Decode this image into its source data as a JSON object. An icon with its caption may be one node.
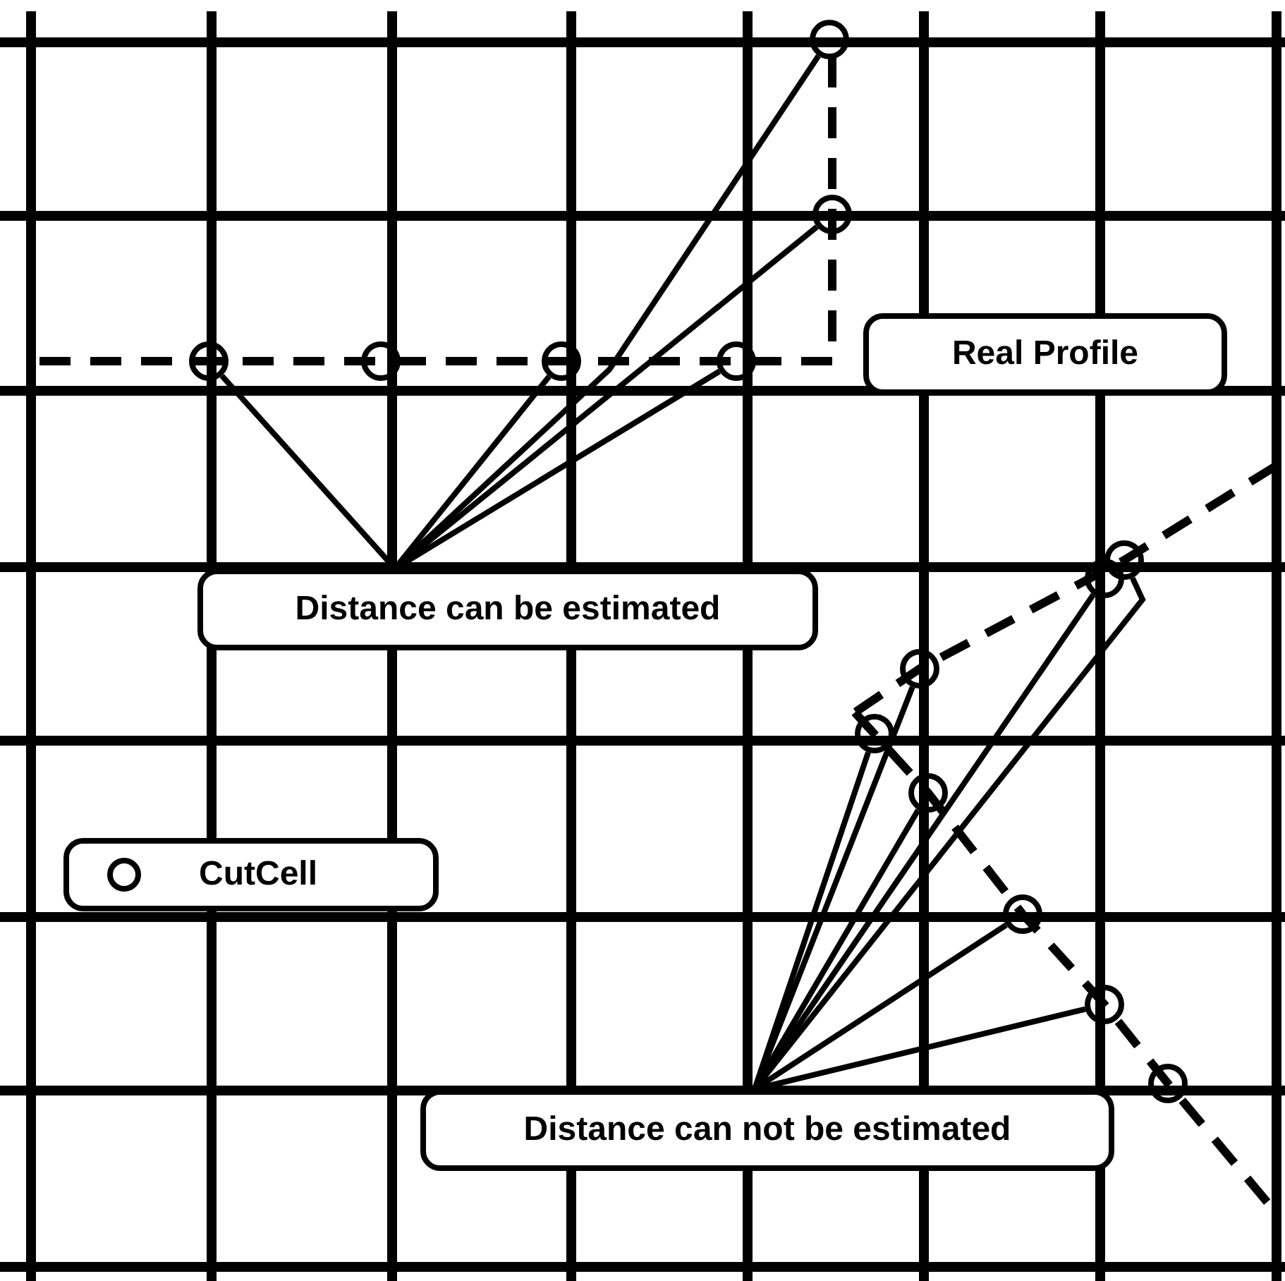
{
  "diagram": {
    "nodes": [
      {
        "text": [],
        "shape": "circle"
      },
      {
        "text": [],
        "shape": "circle"
      },
      {
        "text": [],
        "shape": "circle"
      },
      {
        "text": [],
        "shape": "circle"
      },
      {
        "text": [],
        "shape": "circle"
      },
      {
        "text": [],
        "shape": "circle"
      },
      {
        "text": [
          "Real Profile"
        ]
      },
      {
        "text": [
          "Distance can be estimated"
        ]
      },
      {
        "text": [],
        "shape": "circle"
      },
      {
        "text": [],
        "shape": "circle"
      },
      {
        "text": [],
        "shape": "circle"
      },
      {
        "text": [],
        "shape": "circle"
      },
      {
        "text": [],
        "shape": "circle"
      },
      {
        "text": [],
        "shape": "circle"
      },
      {
        "text": [],
        "shape": "circle"
      },
      {
        "text": [],
        "shape": "circle"
      },
      {
        "text": [
          "Distance can not be estimated"
        ]
      }
    ],
    "edges": [
      {
        "from": 7,
        "to": 2,
        "arrow": "none"
      },
      {
        "from": 7,
        "to": 4,
        "arrow": "none"
      },
      {
        "from": 7,
        "to": 5,
        "arrow": "none"
      },
      {
        "from": 7,
        "to": 0,
        "arrow": "none"
      },
      {
        "from": 7,
        "to": 1,
        "arrow": "none"
      },
      {
        "from": 16,
        "to": 11,
        "arrow": "none"
      },
      {
        "from": 16,
        "to": 10,
        "arrow": "none"
      },
      {
        "from": 16,
        "to": 12,
        "arrow": "none"
      },
      {
        "from": 16,
        "to": 9,
        "arrow": "none"
      },
      {
        "from": 16,
        "to": 8,
        "arrow": "none"
      },
      {
        "from": 16,
        "to": 13,
        "arrow": "none"
      },
      {
        "from": 16,
        "to": 14,
        "arrow": "none"
      }
    ],
    "legend": [
      {
        "text": "CutCell"
      }
    ]
  }
}
